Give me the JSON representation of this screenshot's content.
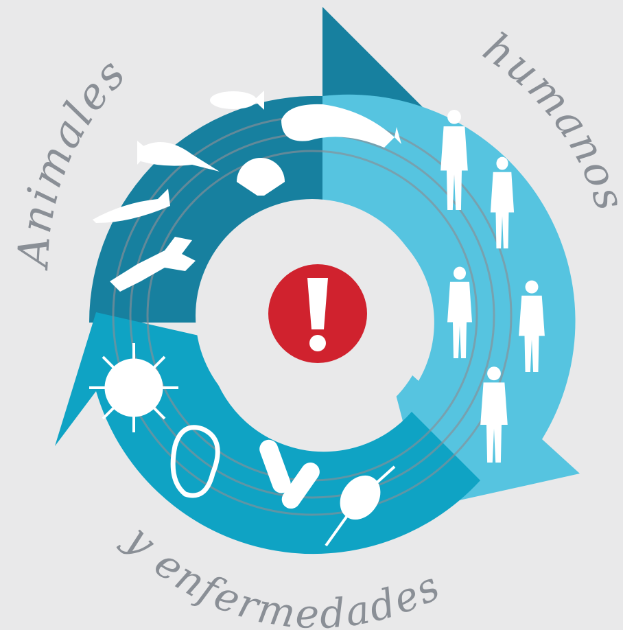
{
  "labels": {
    "left": "Animales",
    "right": "humanos",
    "bottom": "y enfermedades"
  },
  "center": {
    "symbol": "!"
  },
  "colors": {
    "background": "#e9e9ea",
    "arrow_dark": "#17809f",
    "arrow_light": "#56c4e0",
    "arrow_mid": "#1fa6c6",
    "alert_red": "#d0222e",
    "label_gray": "#8a8f96"
  },
  "icons": {
    "animals": [
      "fish-icon",
      "catfish-icon",
      "swordfish-icon",
      "scallop-icon",
      "trout-icon",
      "lobster-icon"
    ],
    "humans": [
      "man-icon",
      "woman-icon",
      "woman-standing-icon",
      "man-standing-icon",
      "man-arms-crossed-icon"
    ],
    "pathogens": [
      "virus-icon",
      "bacterium-icon",
      "bacilli-icon",
      "phage-icon"
    ]
  }
}
